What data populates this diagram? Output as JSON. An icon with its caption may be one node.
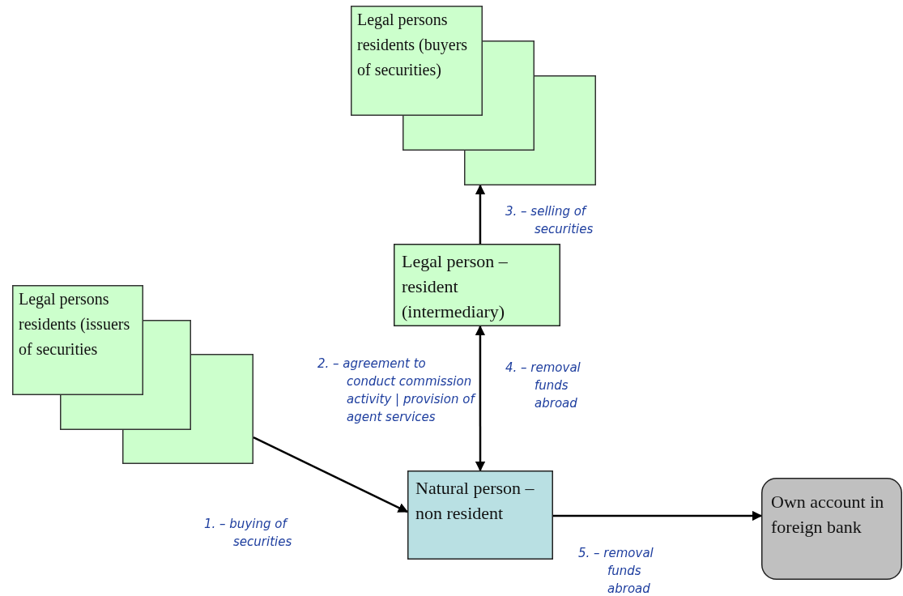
{
  "diagram": {
    "nodes": [
      {
        "text": [
          "Legal persons residents (buyers of securities)"
        ]
      },
      {
        "text": [
          "Legal person – resident (intermediary)"
        ]
      },
      {
        "text": [
          "Legal persons residents (issuers of securities"
        ]
      },
      {
        "text": [
          "Natural person – non resident"
        ]
      },
      {
        "text": [
          "Own account in foreign bank"
        ]
      }
    ],
    "edges": [
      {
        "from": 1,
        "to": 0,
        "arrow": "to",
        "label": "3. – selling of securities"
      },
      {
        "from": 3,
        "to": 1,
        "arrow": "both",
        "label": "2. – agreement to conduct commission activity | provision of agent services"
      },
      {
        "from": 2,
        "to": 3,
        "arrow": "to",
        "label": "1. – buying of securities"
      },
      {
        "from": 3,
        "to": 4,
        "arrow": "to",
        "label": "5. – removal funds abroad"
      }
    ],
    "labels": [
      "4. – removal funds abroad"
    ]
  }
}
